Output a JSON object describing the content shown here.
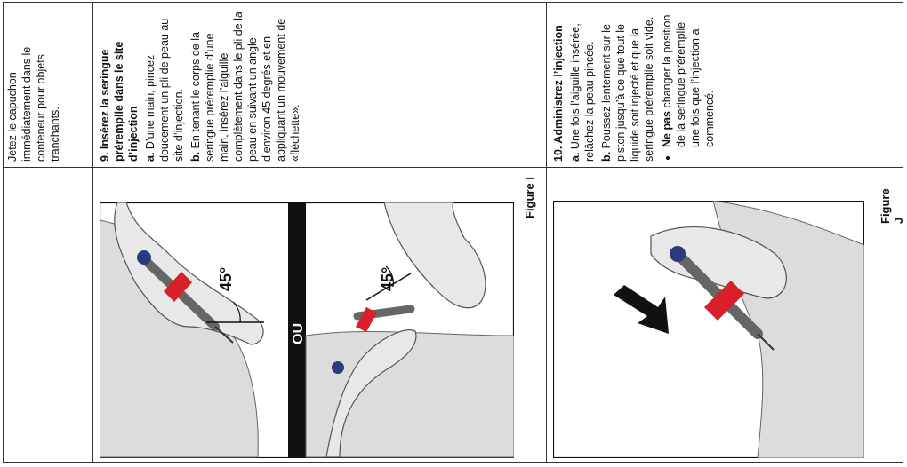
{
  "cell_capuchon": {
    "text": "Jetez le capuchon immédiatement dans le conteneur pour objets tranchants."
  },
  "step9": {
    "title": "9. Insérez la seringue préremplie dans le site d’injection",
    "a_label": "a.",
    "a_text": "D’une main, pincez doucement un pli de peau au site d’injection.",
    "b_label": "b.",
    "b_text": "En tenant le corps de la seringue préremplie d’une main, insérez l’aiguille complètement dans le pli de la peau en suivant un angle d’environ 45 degrés et en appliquant un mouvement de «fléchette»."
  },
  "step10": {
    "title": "10. Administrez l’injection",
    "a_label": "a.",
    "a_text": "Une fois l’aiguille insérée, relâchez la peau pincée.",
    "b_label": "b.",
    "b_text": "Poussez lentement sur le piston jusqu’à ce que tout le liquide soit injecté et que la seringue préremplie soit vide.",
    "bullet_strong": "Ne pas",
    "bullet_text": "changer la position de la seringue préremplie une fois que l’injection a commencé."
  },
  "figure_i": {
    "label": "Figure I",
    "angle_left": "45°",
    "angle_right": "45°",
    "separator": "OU"
  },
  "figure_j": {
    "label": "Figure J"
  },
  "colors": {
    "border": "#333333",
    "skin": "#dcdcdc",
    "plunger_blue": "#2b3a7a",
    "flange_red": "#d9202a",
    "divider": "#111111"
  }
}
